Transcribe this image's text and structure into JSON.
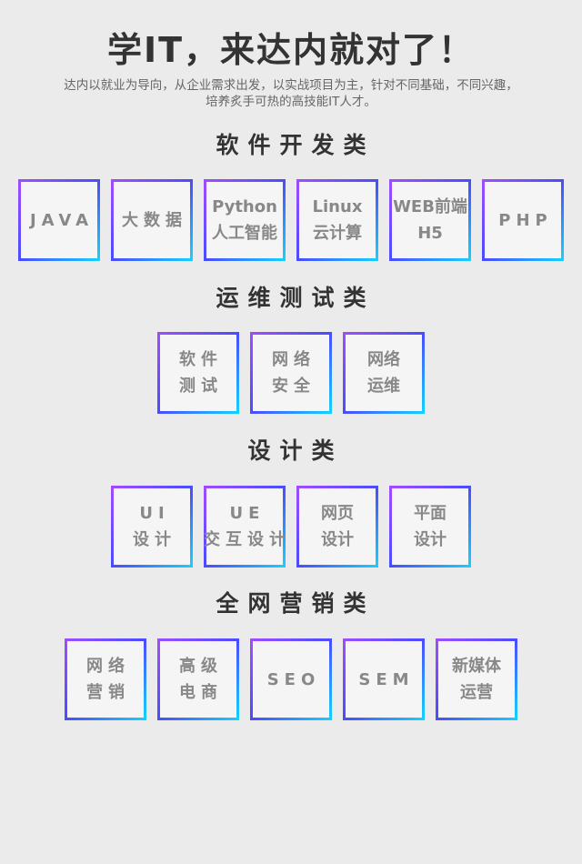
{
  "header": {
    "title": "学IT，来达内就对了！",
    "subtitle_line1": "达内以就业为导向，从企业需求出发，以实战项目为主，针对不同基础，不同兴趣，",
    "subtitle_line2": "培养炙手可热的高技能IT人才。"
  },
  "colors": {
    "border_start": "#a04cff",
    "border_mid": "#4a4cff",
    "border_end": "#14d0ff",
    "background": "#ebebeb"
  },
  "sections": [
    {
      "title": "软件开发类",
      "items": [
        {
          "lines": [
            "JAVA"
          ],
          "spaced": true
        },
        {
          "lines": [
            "大数据"
          ],
          "spaced": true
        },
        {
          "lines": [
            "Python",
            "人工智能"
          ]
        },
        {
          "lines": [
            "Linux",
            "云计算"
          ]
        },
        {
          "lines": [
            "WEB前端",
            "H5"
          ]
        },
        {
          "lines": [
            "PHP"
          ],
          "spaced": true
        }
      ]
    },
    {
      "title": "运维测试类",
      "items": [
        {
          "lines": [
            "软件",
            "测试"
          ],
          "spaced": true
        },
        {
          "lines": [
            "网络",
            "安全"
          ],
          "spaced": true
        },
        {
          "lines": [
            "网络",
            "运维"
          ]
        }
      ]
    },
    {
      "title": "设计类",
      "items": [
        {
          "lines": [
            "UI",
            "设计"
          ],
          "spaced": true
        },
        {
          "lines": [
            "UE",
            "交互设计"
          ],
          "spaced": true
        },
        {
          "lines": [
            "网页",
            "设计"
          ]
        },
        {
          "lines": [
            "平面",
            "设计"
          ]
        }
      ]
    },
    {
      "title": "全网营销类",
      "items": [
        {
          "lines": [
            "网络",
            "营销"
          ],
          "spaced": true
        },
        {
          "lines": [
            "高级",
            "电商"
          ],
          "spaced": true
        },
        {
          "lines": [
            "SEO"
          ],
          "spaced": true
        },
        {
          "lines": [
            "SEM"
          ],
          "spaced": true
        },
        {
          "lines": [
            "新媒体",
            "运营"
          ]
        }
      ]
    }
  ]
}
